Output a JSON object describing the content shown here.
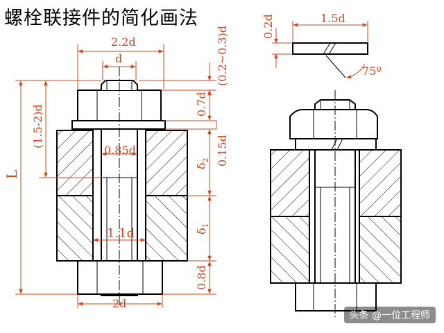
{
  "title": "螺栓联接件的简化画法",
  "labels": {
    "d22": "2.2d",
    "d": "d",
    "d0203": "(0.2~0.3)d",
    "d07": "0.7d",
    "d015": "0.15d",
    "d152": "(1.5-2)d",
    "L": "L",
    "d085": "0.85d",
    "delta": "δ",
    "sub2": "2",
    "sub1": "1",
    "d11": "1.1d",
    "d08": "0.8d",
    "d2": "2d",
    "d02": "0.2d",
    "d15": "1.5d",
    "ang": "75º"
  },
  "watermark": "头条 @一位工程师",
  "colors": {
    "dimension": "#d2461e",
    "outline": "#000000"
  }
}
